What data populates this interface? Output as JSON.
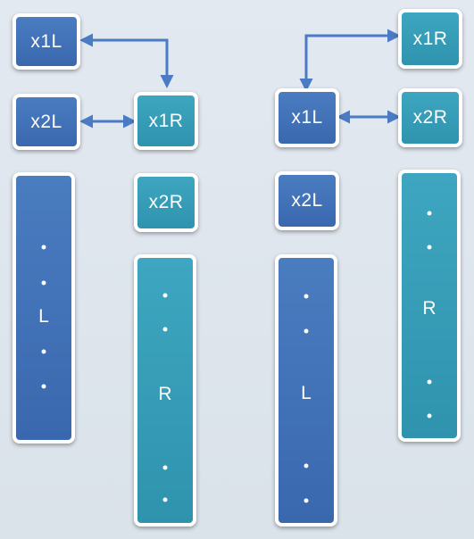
{
  "colors": {
    "dark_box": "#3f6fb5",
    "teal_box": "#3399b5",
    "arrow": "#4a7bc4",
    "background": "#dfe6ee"
  },
  "left_diagram": {
    "x1L": "x1L",
    "x2L": "x2L",
    "x1R": "x1R",
    "x2R": "x2R",
    "col_L_letter": "L",
    "col_R_letter": "R"
  },
  "right_diagram": {
    "x1R": "x1R",
    "x1L": "x1L",
    "x2R": "x2R",
    "x2L": "x2L",
    "col_R_letter": "R",
    "col_L_letter": "L"
  }
}
